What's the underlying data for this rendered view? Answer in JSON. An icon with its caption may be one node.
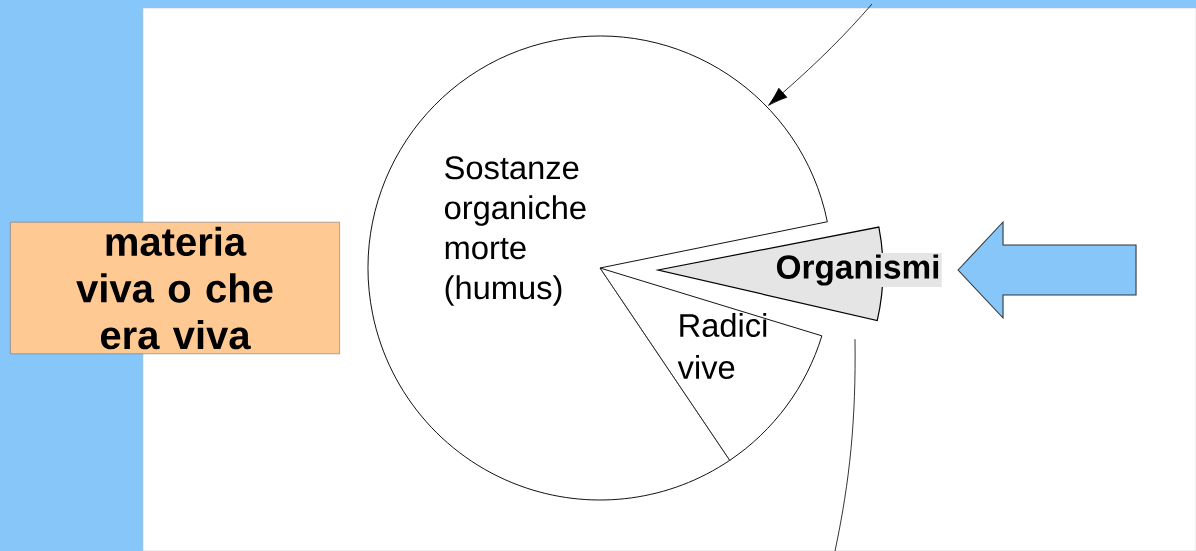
{
  "diagram": {
    "nodes": [
      {
        "text": [
          "materia viva o che era viva"
        ]
      },
      {
        "text": [],
        "shape": "circle"
      },
      {
        "text": [
          "Sostanze organiche morte (humus)"
        ],
        "in": 1
      },
      {
        "text": [
          "Radici vive"
        ],
        "in": 1
      },
      {
        "text": [
          "Organismi"
        ]
      }
    ],
    "edges": [
      {
        "from": null,
        "to": 1,
        "arrow": "to"
      },
      {
        "from": 4,
        "to": null,
        "arrow": "none"
      },
      {
        "from": null,
        "to": 4,
        "arrow": "to",
        "style": "thick",
        "color": "#86c6f8"
      }
    ]
  }
}
